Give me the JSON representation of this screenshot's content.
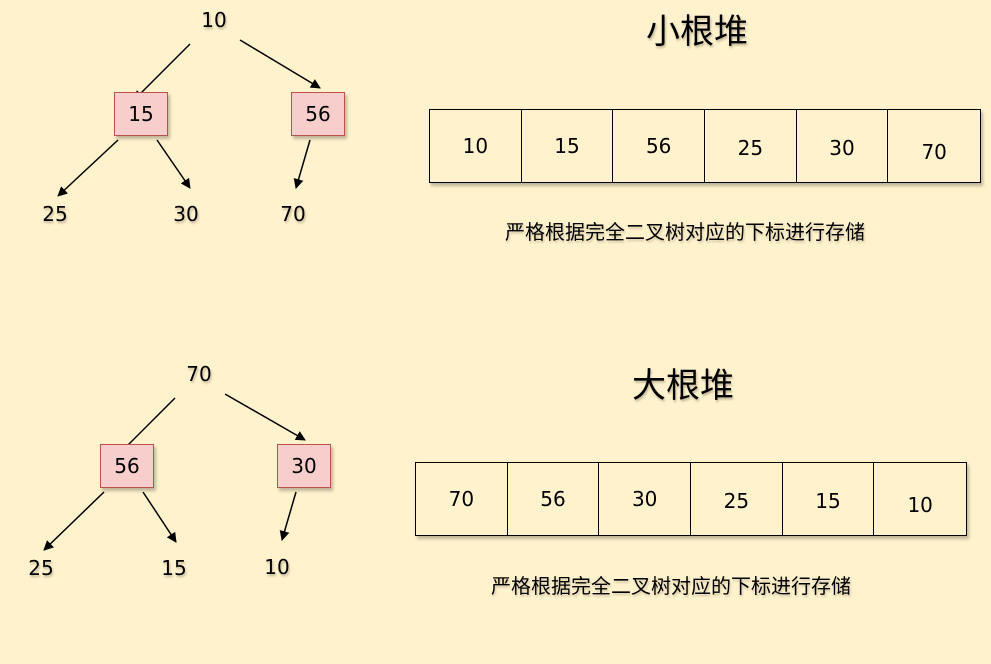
{
  "min_heap": {
    "title": "小根堆",
    "tree": {
      "root": "10",
      "left": "15",
      "right": "56",
      "ll": "25",
      "lr": "30",
      "rl": "70"
    },
    "array": [
      "10",
      "15",
      "56",
      "25",
      "30",
      "70"
    ],
    "note": "严格根据完全二叉树对应的下标进行存储"
  },
  "max_heap": {
    "title": "大根堆",
    "tree": {
      "root": "70",
      "left": "56",
      "right": "30",
      "ll": "25",
      "lr": "15",
      "rl": "10"
    },
    "array": [
      "70",
      "56",
      "30",
      "25",
      "15",
      "10"
    ],
    "note": "严格根据完全二叉树对应的下标进行存储"
  },
  "colors": {
    "background": "#fff2cc",
    "node_fill": "#f8cecc",
    "node_border": "#b85450"
  }
}
